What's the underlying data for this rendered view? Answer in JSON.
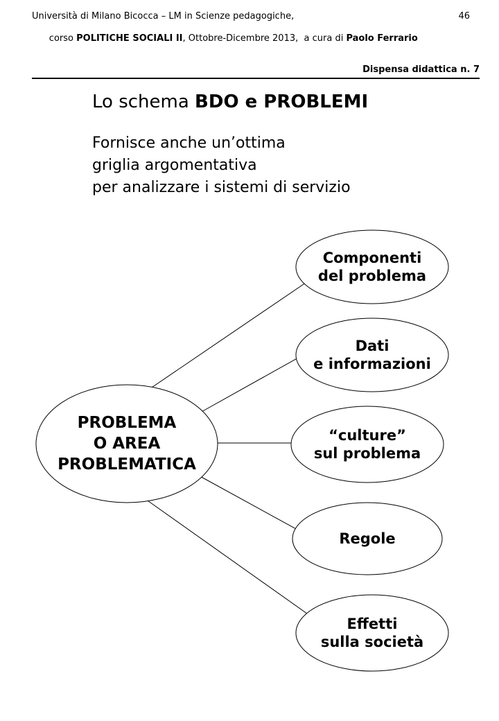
{
  "colors": {
    "text": "#000000",
    "background": "#ffffff",
    "line": "#000000"
  },
  "header": {
    "line1": "Università di Milano Bicocca – LM in Scienze pedagogiche,",
    "page_number": "46",
    "line2_prefix": "corso ",
    "line2_bold1": "POLITICHE SOCIALI II",
    "line2_mid": ", Ottobre-Dicembre 2013,  a cura di ",
    "line2_bold2": "Paolo Ferrario",
    "dispensa": "Dispensa didattica n. 7"
  },
  "content": {
    "title_regular": "Lo schema ",
    "title_bold": "BDO e PROBLEMI",
    "body_text": "Fornisce anche un’ottima\ngriglia argomentativa\nper analizzare i sistemi di servizio"
  },
  "diagram": {
    "center_node": {
      "label": "PROBLEMA\nO AREA\nPROBLEMATICA"
    },
    "nodes": [
      {
        "label": "Componenti\ndel problema"
      },
      {
        "label": "Dati\ne informazioni"
      },
      {
        "label": "“culture”\nsul problema"
      },
      {
        "label": "Regole"
      },
      {
        "label": "Effetti\nsulla società"
      }
    ]
  }
}
